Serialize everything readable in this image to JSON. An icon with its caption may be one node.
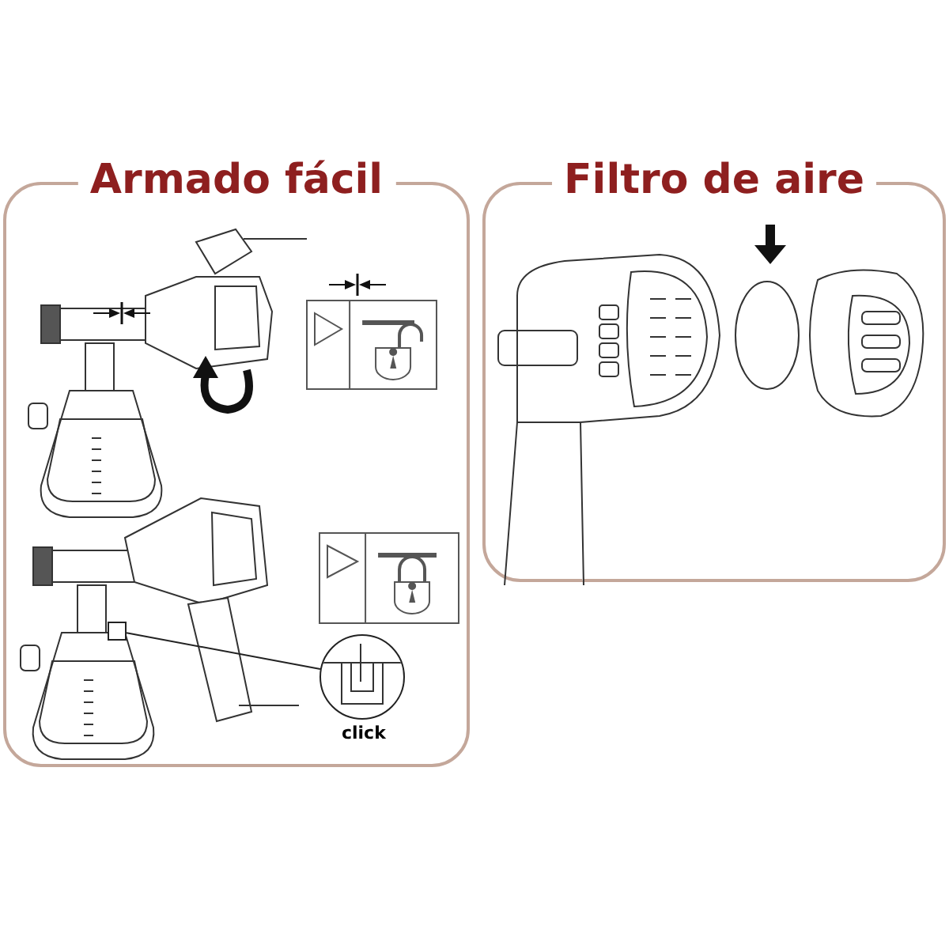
{
  "diagram": {
    "nodes": [
      {
        "text": [
          "Armado fácil"
        ]
      },
      {
        "text": [
          "Filtro de aire"
        ]
      },
      {
        "text": [],
        "shape": "circle",
        "in": 0,
        "beside": [
          "click"
        ]
      },
      {
        "text": [],
        "shape": "box",
        "in": 0
      }
    ],
    "edges": [
      {
        "from": 2,
        "to": 3,
        "arrow": "none"
      }
    ]
  }
}
